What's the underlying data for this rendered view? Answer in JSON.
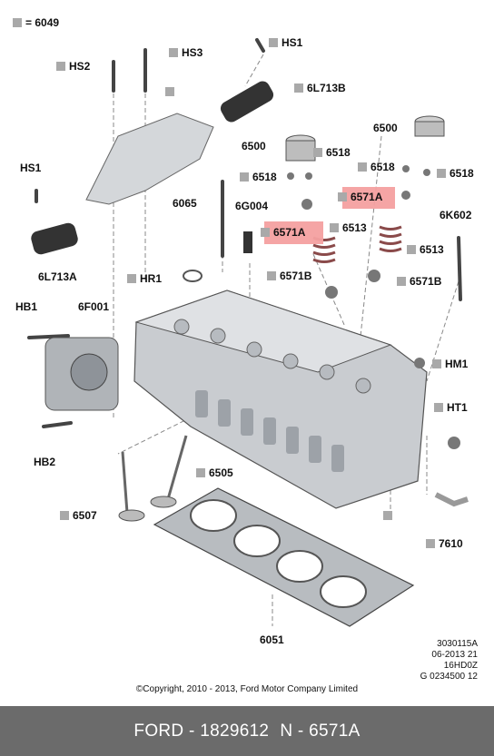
{
  "legend": {
    "symbol_text": "= 6049"
  },
  "labels": {
    "hs2": "HS2",
    "hs3": "HS3",
    "hs1_top": "HS1",
    "hs1_left": "HS1",
    "p6l713b": "6L713B",
    "p6l713a": "6L713A",
    "p6500_left": "6500",
    "p6500_right": "6500",
    "p6518_a": "6518",
    "p6518_b": "6518",
    "p6518_c": "6518",
    "p6518_d": "6518",
    "p6065": "6065",
    "p6g004": "6G004",
    "p6571a_upper": "6571A",
    "p6571a_lower": "6571A",
    "p6513_left": "6513",
    "p6513_right": "6513",
    "p6k602": "6K602",
    "hr1": "HR1",
    "p6571b_left": "6571B",
    "p6571b_right": "6571B",
    "hb1": "HB1",
    "p6f001": "6F001",
    "hb2": "HB2",
    "hm1": "HM1",
    "ht1": "HT1",
    "p6505": "6505",
    "p6507": "6507",
    "p7610": "7610",
    "p6051": "6051"
  },
  "meta": {
    "line1": "3030115A",
    "line2": "06-2013 21",
    "line3": "16HD0Z",
    "line4": "G 0234500 12"
  },
  "copyright": "©Copyright, 2010 - 2013, Ford Motor Company Limited",
  "footer": {
    "brand_part": "FORD - 1829612",
    "part_code": "N - 6571A"
  },
  "colors": {
    "highlight": "#f4a0a0",
    "footer_bg": "#6b6b6b",
    "square": "#a9a9a9"
  }
}
